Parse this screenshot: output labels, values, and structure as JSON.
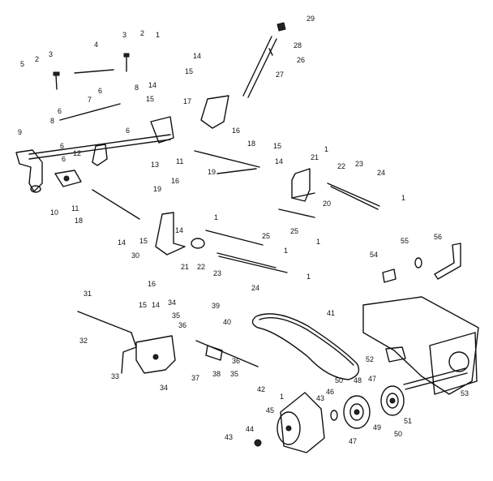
{
  "labels": [
    "29",
    "28",
    "26",
    "27",
    "3",
    "2",
    "1",
    "4",
    "5",
    "2",
    "3",
    "14",
    "15",
    "6",
    "8",
    "14",
    "15",
    "17",
    "7",
    "6",
    "8",
    "6",
    "6",
    "6",
    "9",
    "12",
    "13",
    "11",
    "16",
    "16",
    "18",
    "15",
    "14",
    "21",
    "1",
    "22",
    "23",
    "24",
    "20",
    "1",
    "19",
    "19",
    "10",
    "11",
    "18",
    "1",
    "14",
    "15",
    "14",
    "30",
    "21",
    "22",
    "23",
    "16",
    "25",
    "1",
    "25",
    "1",
    "24",
    "1",
    "54",
    "55",
    "56",
    "31",
    "15",
    "14",
    "34",
    "35",
    "36",
    "32",
    "33",
    "34",
    "39",
    "40",
    "36",
    "38",
    "35",
    "37",
    "41",
    "52",
    "42",
    "50",
    "46",
    "48",
    "47",
    "1",
    "43",
    "45",
    "44",
    "43",
    "47",
    "49",
    "50",
    "51",
    "53"
  ]
}
